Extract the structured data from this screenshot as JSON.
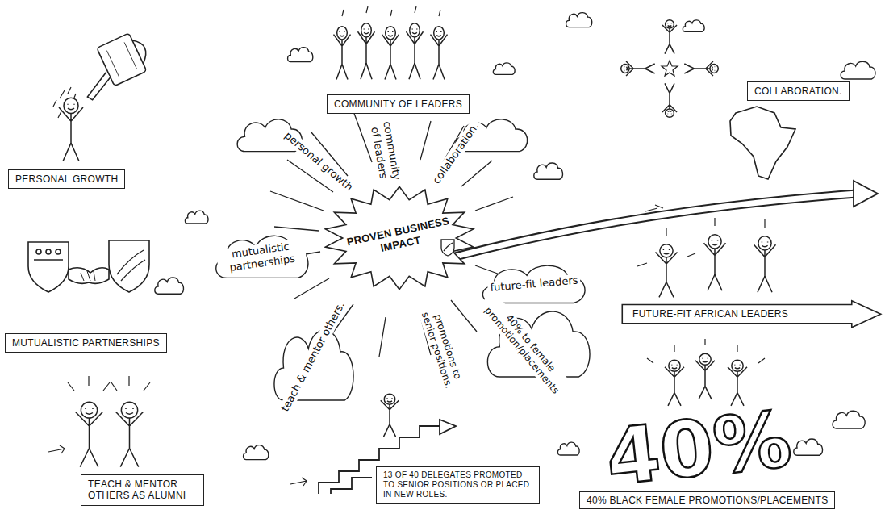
{
  "diagram": {
    "nodes": [
      {
        "text": [
          "COMMUNITY OF LEADERS"
        ]
      },
      {
        "text": [
          "COLLABORATION."
        ]
      },
      {
        "text": [
          "PERSONAL GROWTH"
        ]
      },
      {
        "text": [
          "PROVEN BUSINESS IMPACT"
        ]
      },
      {
        "text": [
          "FUTURE-FIT AFRICAN LEADERS"
        ]
      },
      {
        "text": [
          "MUTUALISTIC PARTNERSHIPS"
        ]
      },
      {
        "text": [
          "TEACH & MENTOR OTHERS AS ALUMNI"
        ]
      },
      {
        "text": [
          "13 OF 40 DELEGATES PROMOTED TO SENIOR POSITIONS OR PLACED IN NEW ROLES."
        ]
      },
      {
        "text": [
          "40% BLACK FEMALE PROMOTIONS/PLACEMENTS"
        ]
      }
    ],
    "labels": [
      "personal growth",
      "community of leaders",
      "collaboration.",
      "mutualistic partnerships",
      "future-fit leaders",
      "teach & mentor others.",
      "promotions to senior positions.",
      "40% to female promotion/placements",
      "40%"
    ]
  }
}
